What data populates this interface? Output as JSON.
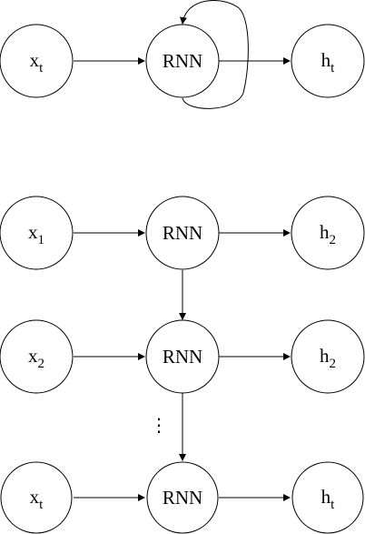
{
  "diagram": {
    "folded": {
      "input": {
        "base": "x",
        "sub": "t"
      },
      "cell": "RNN",
      "output": {
        "base": "h",
        "sub": "t"
      }
    },
    "unrolled": [
      {
        "input": {
          "base": "x",
          "sub": "1"
        },
        "cell": "RNN",
        "output": {
          "base": "h",
          "sub": "2"
        }
      },
      {
        "input": {
          "base": "x",
          "sub": "2"
        },
        "cell": "RNN",
        "output": {
          "base": "h",
          "sub": "2"
        }
      },
      {
        "input": {
          "base": "x",
          "sub": "t"
        },
        "cell": "RNN",
        "output": {
          "base": "h",
          "sub": "t"
        }
      }
    ],
    "ellipsis": "⋮"
  }
}
